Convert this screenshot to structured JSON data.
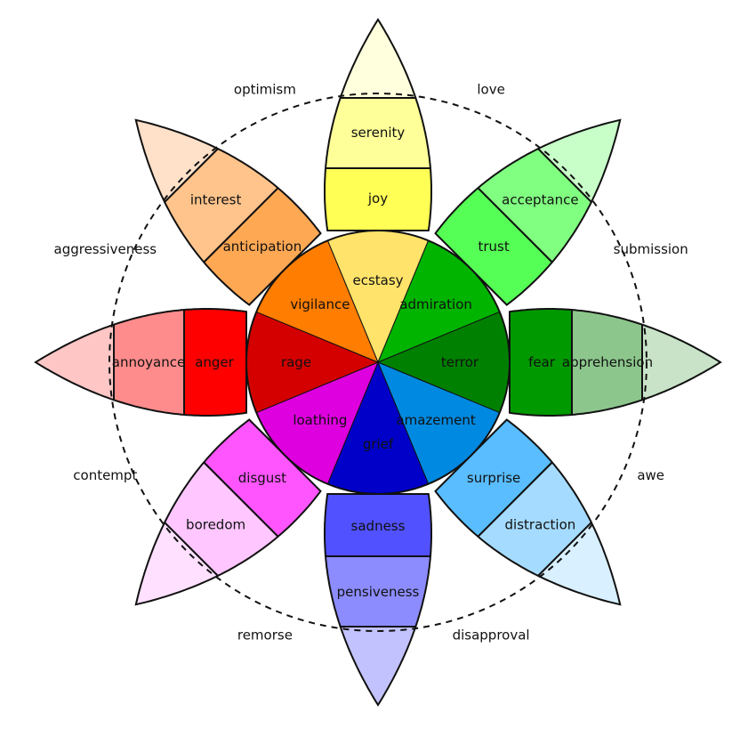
{
  "wheel": {
    "petals": [
      {
        "id": "joy",
        "angle": -90,
        "intense": "ecstasy",
        "basic": "joy",
        "mild": "serenity",
        "colors": [
          "#ffe36a",
          "#ffff55",
          "#ffff99",
          "#ffffdd"
        ]
      },
      {
        "id": "trust",
        "angle": -45,
        "intense": "admiration",
        "basic": "trust",
        "mild": "acceptance",
        "colors": [
          "#00b400",
          "#55ff55",
          "#80ff80",
          "#c8ffc8"
        ]
      },
      {
        "id": "fear",
        "angle": 0,
        "intense": "terror",
        "basic": "fear",
        "mild": "apprehension",
        "colors": [
          "#008000",
          "#009900",
          "#8cc68c",
          "#c8e3c8"
        ]
      },
      {
        "id": "surprise",
        "angle": 45,
        "intense": "amazement",
        "basic": "surprise",
        "mild": "distraction",
        "colors": [
          "#0089e0",
          "#59bdff",
          "#a5dbff",
          "#d8f0ff"
        ]
      },
      {
        "id": "sadness",
        "angle": 90,
        "intense": "grief",
        "basic": "sadness",
        "mild": "pensiveness",
        "colors": [
          "#0000c8",
          "#5151ff",
          "#8c8cff",
          "#c2c2ff"
        ]
      },
      {
        "id": "disgust",
        "angle": 135,
        "intense": "loathing",
        "basic": "disgust",
        "mild": "boredom",
        "colors": [
          "#de00de",
          "#ff55ff",
          "#ffc6ff",
          "#ffe0ff"
        ]
      },
      {
        "id": "anger",
        "angle": 180,
        "intense": "rage",
        "basic": "anger",
        "mild": "annoyance",
        "colors": [
          "#d40000",
          "#ff0000",
          "#ff8c8c",
          "#ffc6c6"
        ]
      },
      {
        "id": "anticipation",
        "angle": -135,
        "intense": "vigilance",
        "basic": "anticipation",
        "mild": "interest",
        "colors": [
          "#ff7d00",
          "#ffa854",
          "#ffc48c",
          "#ffe0c8"
        ]
      }
    ],
    "dyads": [
      {
        "label": "optimism",
        "angle": -112.5
      },
      {
        "label": "love",
        "angle": -67.5
      },
      {
        "label": "submission",
        "angle": -22.5
      },
      {
        "label": "awe",
        "angle": 22.5
      },
      {
        "label": "disapproval",
        "angle": 67.5
      },
      {
        "label": "remorse",
        "angle": 112.5
      },
      {
        "label": "contempt",
        "angle": 157.5
      },
      {
        "label": "aggressiveness",
        "angle": -157.5
      }
    ]
  }
}
